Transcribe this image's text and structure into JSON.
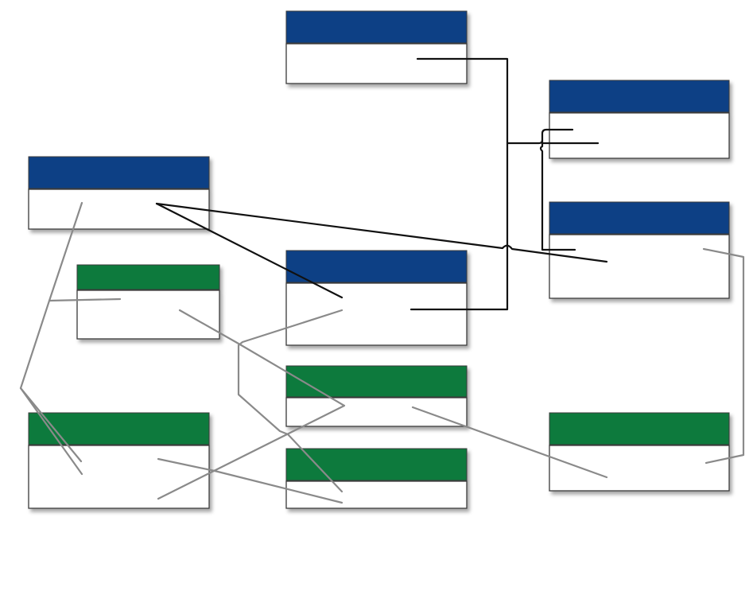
{
  "colors": {
    "header_blue": "#0c3f85",
    "header_green": "#0f7a3e",
    "body": "#ffffff",
    "relationship_dark": "#111111",
    "relationship_gray": "#8a8a8a"
  },
  "tables": [
    {
      "id": "t1",
      "header_color": "blue"
    },
    {
      "id": "t2",
      "header_color": "blue"
    },
    {
      "id": "t3",
      "header_color": "blue"
    },
    {
      "id": "t4",
      "header_color": "blue"
    },
    {
      "id": "t5",
      "header_color": "green"
    },
    {
      "id": "t6",
      "header_color": "blue"
    },
    {
      "id": "t7",
      "header_color": "green"
    },
    {
      "id": "t8",
      "header_color": "green"
    },
    {
      "id": "t9",
      "header_color": "green"
    },
    {
      "id": "t10",
      "header_color": "green"
    }
  ]
}
